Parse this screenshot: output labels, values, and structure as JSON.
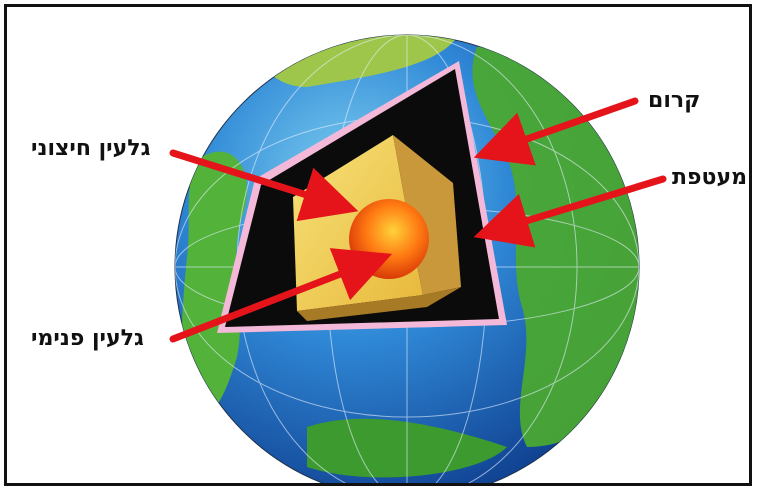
{
  "labels": {
    "crust": "קרום",
    "mantle": "מעטפת",
    "outer_core": "גלעין חיצוני",
    "inner_core": "גלעין פנימי"
  },
  "colors": {
    "arrow": "#e5141b",
    "mantle": "#0b0b0b",
    "outer_core": "#f2cf4e",
    "inner_core": "#f26a12",
    "ocean": "#1f62c4",
    "land": "#4aa832"
  }
}
